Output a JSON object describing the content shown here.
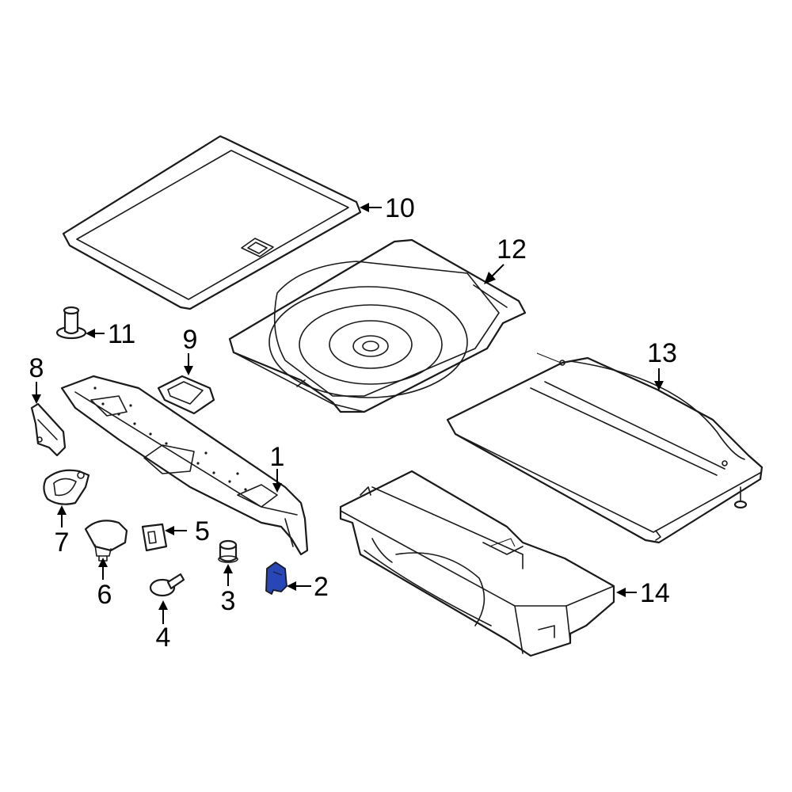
{
  "highlight_color": "#2746B8",
  "line_color": "#1a1a1a",
  "callouts": {
    "c1": "1",
    "c2": "2",
    "c3": "3",
    "c4": "4",
    "c5": "5",
    "c6": "6",
    "c7": "7",
    "c8": "8",
    "c9": "9",
    "c10": "10",
    "c11": "11",
    "c12": "12",
    "c13": "13",
    "c14": "14"
  },
  "highlighted_part": "2"
}
